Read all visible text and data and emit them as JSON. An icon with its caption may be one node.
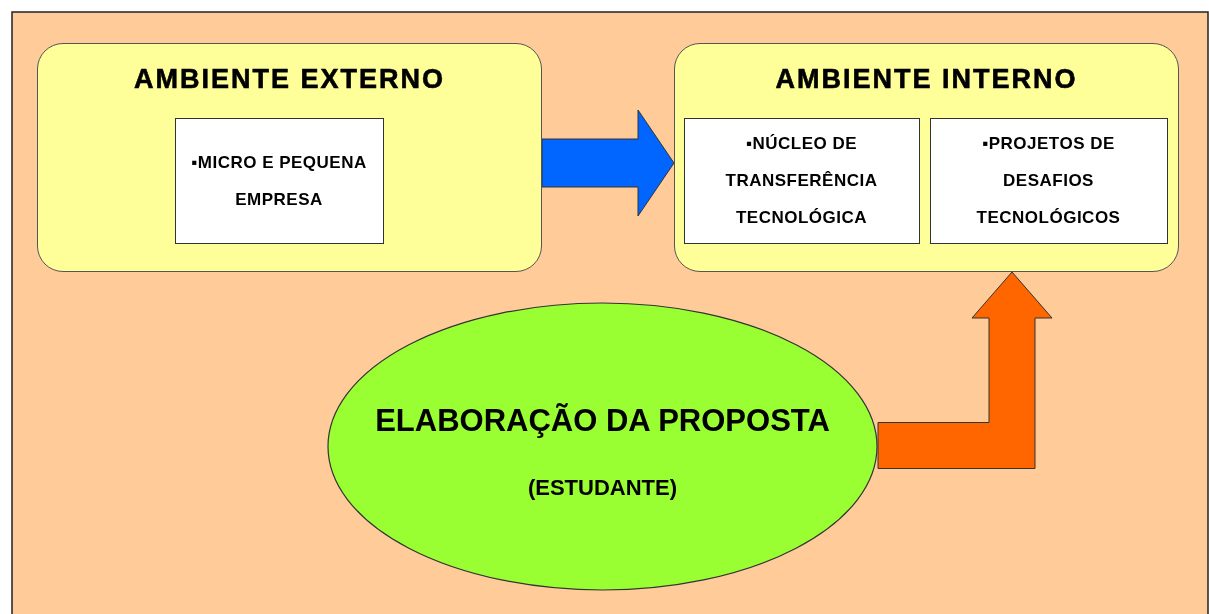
{
  "diagram": {
    "nodes": [
      {
        "text": [
          "AMBIENTE EXTERNO"
        ]
      },
      {
        "text": [
          "▪MICRO E PEQUENA EMPRESA"
        ],
        "in": 0
      },
      {
        "text": [
          "AMBIENTE INTERNO"
        ]
      },
      {
        "text": [
          "▪NÚCLEO DE TRANSFERÊNCIA TECNOLÓGICA"
        ],
        "in": 2
      },
      {
        "text": [
          "▪PROJETOS DE DESAFIOS TECNOLÓGICOS"
        ],
        "in": 2
      },
      {
        "text": [
          "ELABORAÇÃO DA PROPOSTA",
          "(ESTUDANTE)"
        ]
      }
    ],
    "edges": [
      {
        "from": 0,
        "to": 2,
        "arrow": "to",
        "color": "#0066ff"
      },
      {
        "from": 5,
        "to": 2,
        "arrow": "to",
        "color": "#ff6600"
      }
    ]
  }
}
